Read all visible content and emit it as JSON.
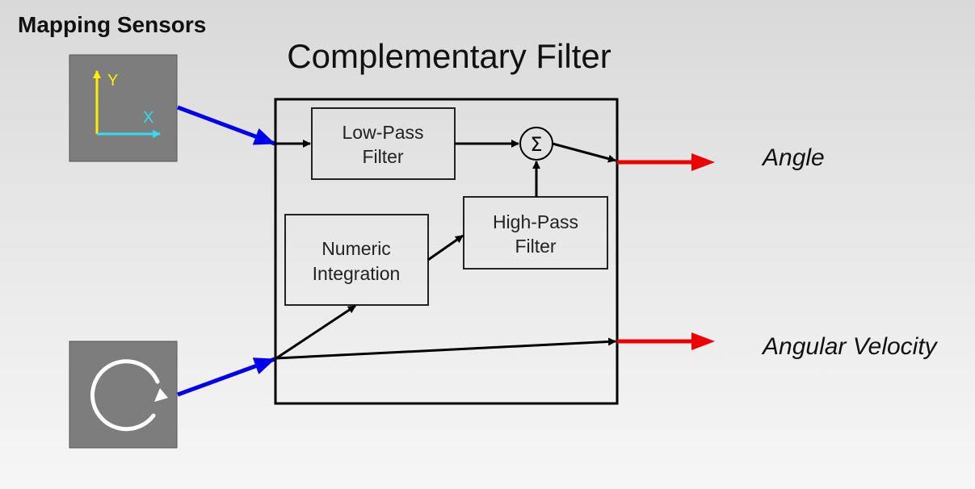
{
  "section_title": "Mapping Sensors",
  "title": "Complementary Filter",
  "blocks": {
    "low_pass": [
      "Low-Pass",
      "Filter"
    ],
    "high_pass": [
      "High-Pass",
      "Filter"
    ],
    "numeric_integration": [
      "Numeric",
      "Integration"
    ]
  },
  "sum_symbol": "Σ",
  "sensors": {
    "accelerometer": {
      "icon": "xy-axes-icon",
      "axis_y": "Y",
      "axis_x": "X"
    },
    "gyroscope": {
      "icon": "rotation-icon"
    }
  },
  "outputs": {
    "angle": "Angle",
    "angular_velocity": "Angular Velocity"
  },
  "colors": {
    "input_arrow": "#0000ee",
    "output_arrow": "#ee0000",
    "sensor_box": "#7d7d7d",
    "axis_y": "#ffee00",
    "axis_x": "#33ddee"
  }
}
